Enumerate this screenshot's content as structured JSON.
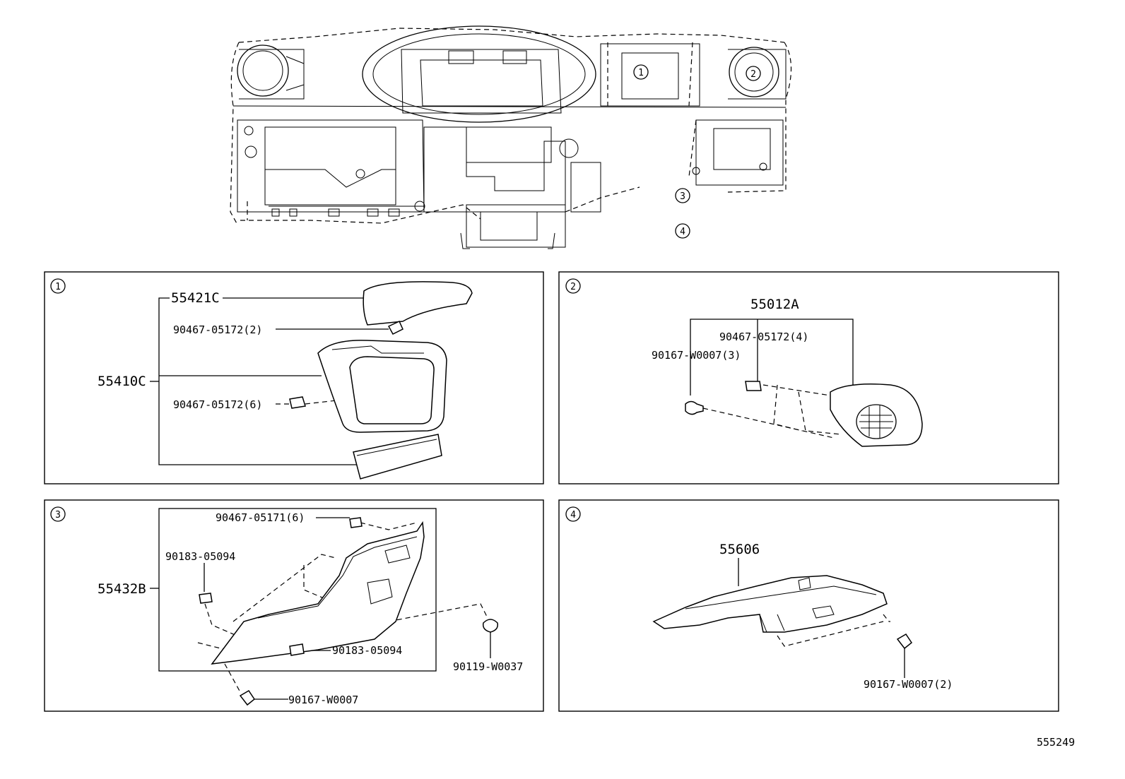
{
  "callouts": {
    "c1": "1",
    "c2": "2",
    "c3": "3",
    "c4": "4"
  },
  "panel1": {
    "num": "1",
    "labels": {
      "p55421C": "55421C",
      "clip_a": "90467-05172(2)",
      "p55410C": "55410C",
      "clip_b": "90467-05172(6)"
    }
  },
  "panel2": {
    "num": "2",
    "labels": {
      "p55012A": "55012A",
      "clip": "90467-05172(4)",
      "screw": "90167-W0007(3)"
    }
  },
  "panel3": {
    "num": "3",
    "labels": {
      "clip_a": "90467-05171(6)",
      "clip_b": "90183-05094",
      "p55432B": "55432B",
      "clip_c": "90183-05094",
      "bolt": "90119-W0037",
      "screw": "90167-W0007"
    }
  },
  "panel4": {
    "num": "4",
    "labels": {
      "p55606": "55606",
      "screw": "90167-W0007(2)"
    }
  },
  "footer": {
    "diagram_id": "555249"
  }
}
